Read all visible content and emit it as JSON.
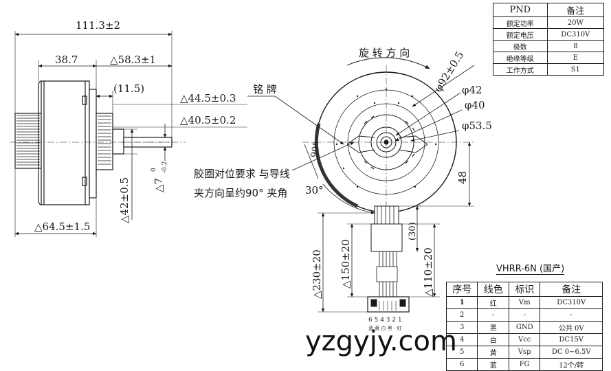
{
  "side_view": {
    "dim_overall_length": "111.3±2",
    "dim_38_7": "38.7",
    "dim_58_3": "△58.3±1",
    "dim_11_5": "(11.5)",
    "dim_44_5": "△44.5±0.3",
    "dim_40_5": "△40.5±0.2",
    "dim_shaft": "△7",
    "dim_shaft_tol_upper": "0",
    "dim_shaft_tol_lower": "-0.2",
    "dim_42": "△42±0.5",
    "dim_64_5": "△64.5±1.5"
  },
  "front_view": {
    "rotation_label": "旋 转 方 向",
    "nameplate_label": "铭 牌",
    "dim_92": "φ92±0.5",
    "dim_42": "φ42",
    "dim_40": "φ40",
    "dim_53_5": "φ53.5",
    "dim_90": "90°",
    "dim_30_angle": "30°",
    "dim_48": "48",
    "dim_30": "(30)",
    "dim_230": "△230±20",
    "dim_150": "△150±20",
    "dim_110": "△110±20",
    "note_line1": "胶圈对位要求 与导线",
    "note_line2": "夹方向呈约90° 夹角",
    "connector_pin_numbers": "6 5 4 3 2 1",
    "connector_pin_colors": "蓝 黄 白 黑 - 红"
  },
  "pnd_table": {
    "headers": [
      "PND",
      "备注"
    ],
    "rows": [
      [
        "额定功率",
        "20W"
      ],
      [
        "额定电压",
        "DC310V"
      ],
      [
        "极数",
        "8"
      ],
      [
        "绝缘等级",
        "E"
      ],
      [
        "工作方式",
        "S1"
      ]
    ]
  },
  "connector_table": {
    "title": "VHRR-6N (国产)",
    "headers": [
      "序号",
      "线色",
      "标识",
      "备注"
    ],
    "rows": [
      [
        "1",
        "红",
        "Vm",
        "DC310V"
      ],
      [
        "2",
        "-",
        "-",
        "-"
      ],
      [
        "3",
        "黑",
        "GND",
        "公共 0V"
      ],
      [
        "4",
        "白",
        "Vcc",
        "DC15V"
      ],
      [
        "5",
        "黄",
        "Vsp",
        "DC 0~6.5V"
      ],
      [
        "6",
        "蓝",
        "FG",
        "12个/转"
      ]
    ]
  },
  "watermark": "yzgyjy.com"
}
